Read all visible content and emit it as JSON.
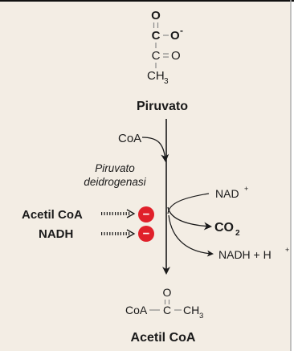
{
  "colors": {
    "background": "#f3ede4",
    "frame_top": "#111111",
    "frame_right": "#b0b0b0",
    "inhibitor": "#e0202a",
    "bond": "#8a8a8a"
  },
  "pyruvate": {
    "atom_O_top": "O",
    "atom_C1": "C",
    "atom_O_minus": "O",
    "minus": "-",
    "atom_C2": "C",
    "atom_O_keto": "O",
    "atom_CH": "CH",
    "sub_3": "3",
    "name": "Piruvato"
  },
  "enzyme": {
    "line1": "Piruvato",
    "line2": "deidrogenasi"
  },
  "inputs": {
    "coa": "CoA",
    "nad": "NAD",
    "nad_sup": "+"
  },
  "outputs": {
    "co2": "CO",
    "co2_sub": "2",
    "nadh": "NADH + H",
    "nadh_sup": "+"
  },
  "inhibitors": [
    {
      "label": "Acetil CoA",
      "symbol": "−"
    },
    {
      "label": "NADH",
      "symbol": "−"
    }
  ],
  "acetyl_coa": {
    "atom_O": "O",
    "coa": "CoA",
    "atom_C": "C",
    "atom_CH": "CH",
    "sub_3": "3",
    "name": "Acetil CoA"
  }
}
